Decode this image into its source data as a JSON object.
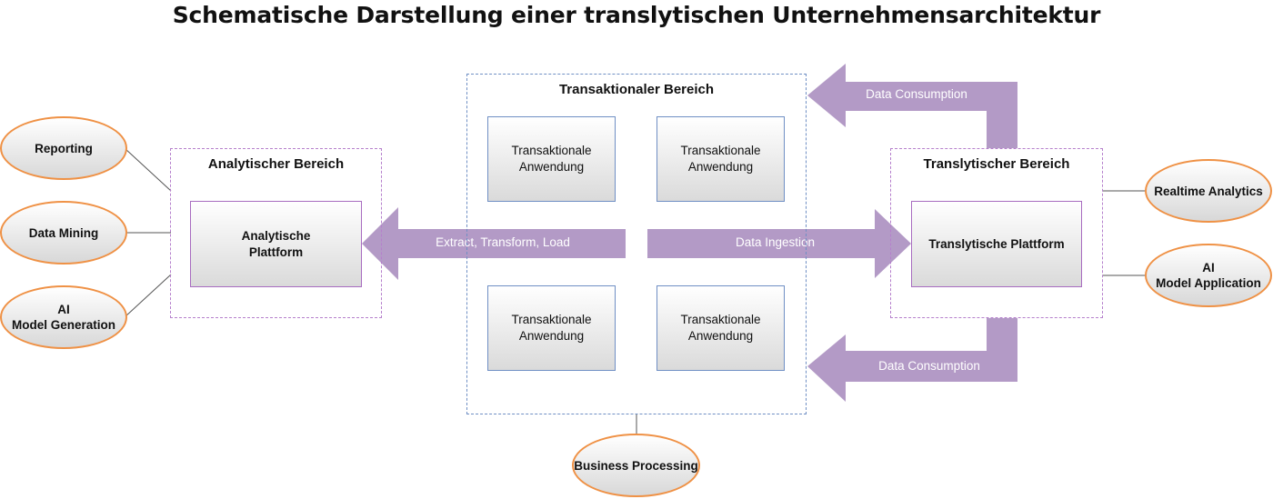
{
  "title": "Schematische Darstellung einer translytischen Unternehmensarchitektur",
  "zones": {
    "analytic": {
      "title": "Analytischer Bereich",
      "platform": "Analytische\nPlattform"
    },
    "transactional": {
      "title": "Transaktionaler Bereich",
      "apps": [
        "Transaktionale\nAnwendung",
        "Transaktionale\nAnwendung",
        "Transaktionale\nAnwendung",
        "Transaktionale\nAnwendung"
      ]
    },
    "translytic": {
      "title": "Translytischer Bereich",
      "platform": "Translytische Plattform"
    }
  },
  "arrows": {
    "etl": "Extract, Transform, Load",
    "ingestion": "Data Ingestion",
    "consumption_top": "Data Consumption",
    "consumption_bottom": "Data Consumption"
  },
  "consumers": {
    "left": [
      "Reporting",
      "Data Mining",
      "AI\nModel Generation"
    ],
    "right": [
      "Realtime Analytics",
      "AI\nModel Application"
    ],
    "bottom": "Business Processing"
  },
  "colors": {
    "arrow_fill": "#b39ac6",
    "zone_purple": "#b57fcc",
    "zone_blue": "#6f8fc4",
    "ellipse_border": "#ef9145"
  }
}
